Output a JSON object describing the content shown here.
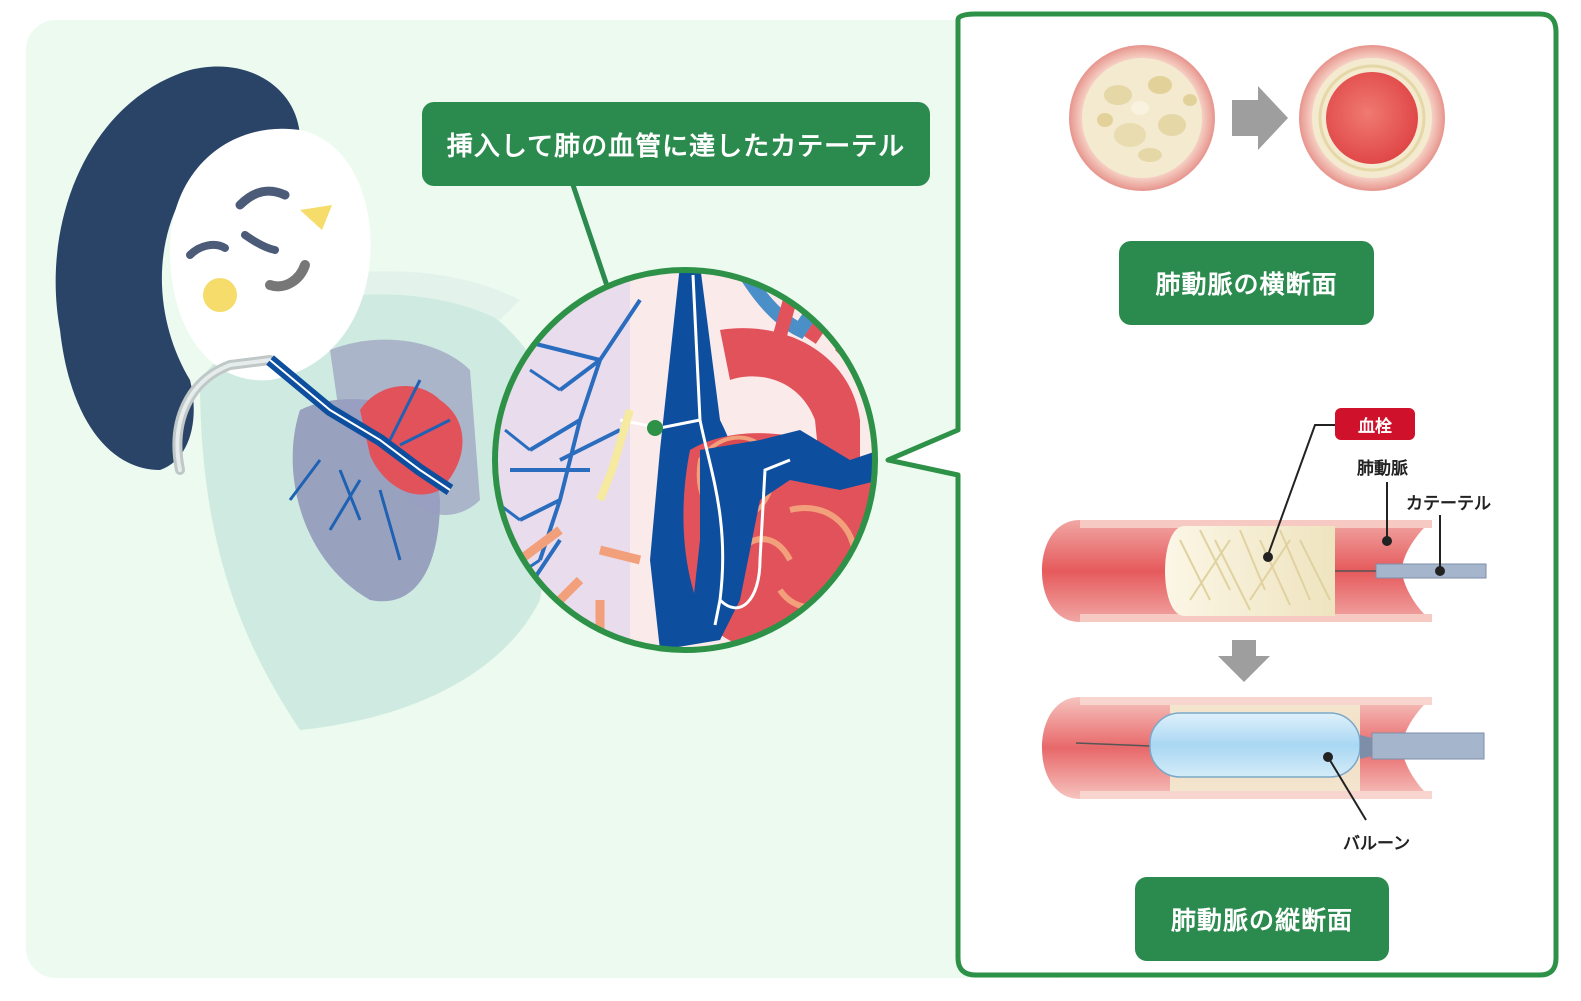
{
  "callout": {
    "catheter_label": "挿入して肺の血管に達したカテーテル"
  },
  "cross_section": {
    "title": "肺動脈の横断面"
  },
  "longitudinal_section": {
    "title": "肺動脈の縦断面",
    "clot_label": "血栓",
    "artery_label": "肺動脈",
    "catheter_label": "カテーテル",
    "balloon_label": "バルーン"
  },
  "colors": {
    "accent_green": "#2b8a4e",
    "panel_border": "#2e9148",
    "clot_red": "#d0112b",
    "vein_blue": "#0d4f9e",
    "artery_red": "#e2525a",
    "balloon_blue": "#b6ddf5"
  },
  "icons": [
    "arrow-right-icon",
    "arrow-down-icon"
  ]
}
